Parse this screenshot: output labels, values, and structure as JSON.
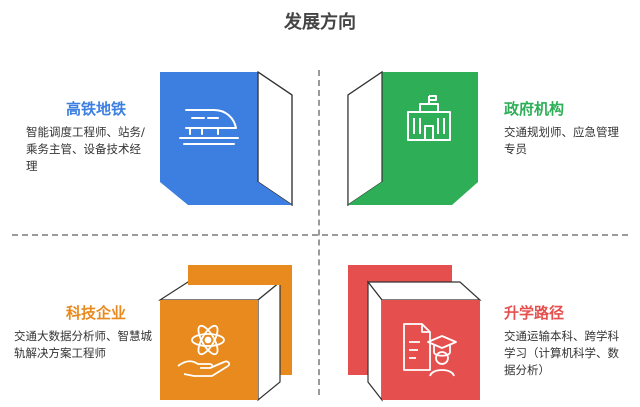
{
  "title": "发展方向",
  "quadrants": [
    {
      "title": "高铁地铁",
      "desc": "智能调度工程师、站务/乘务主管、设备技术经理",
      "color": "#3c7fe0",
      "icon": "high-speed-train-icon"
    },
    {
      "title": "政府机构",
      "desc": "交通规划师、应急管理专员",
      "color": "#2eae57",
      "icon": "government-building-icon"
    },
    {
      "title": "科技企业",
      "desc": "交通大数据分析师、智慧城轨解决方案工程师",
      "color": "#e88a1e",
      "icon": "atom-hand-icon"
    },
    {
      "title": "升学路径",
      "desc": "交通运输本科、跨学科学习（计算机科学、数据分析）",
      "color": "#e5504f",
      "icon": "graduate-document-icon"
    }
  ]
}
